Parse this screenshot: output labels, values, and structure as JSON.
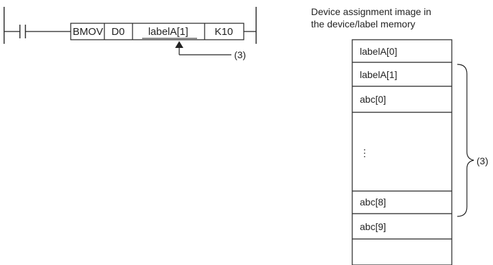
{
  "ladder": {
    "instruction": "BMOV",
    "source": "D0",
    "destination": "labelA[1]",
    "count": "K10",
    "callout": "(3)"
  },
  "memory": {
    "title_line1": "Device assignment image in",
    "title_line2": "the device/label memory",
    "cells": [
      "labelA[0]",
      "labelA[1]",
      "abc[0]",
      "⋮",
      "abc[8]",
      "abc[9]",
      ""
    ],
    "brace_label": "(3)"
  }
}
